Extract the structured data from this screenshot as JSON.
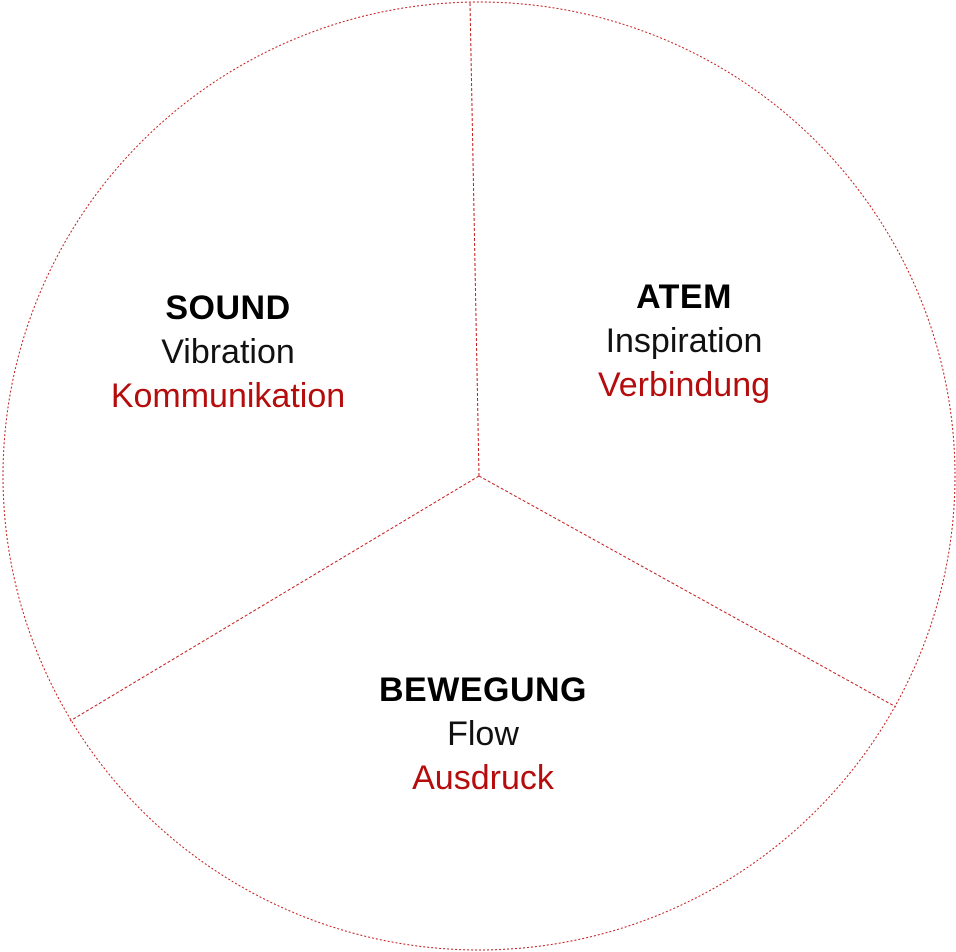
{
  "colors": {
    "outline": "#c41a1a",
    "accent_text": "#b50d0d",
    "heading_text": "#000000",
    "body_text": "#111111",
    "background": "#ffffff"
  },
  "segments": [
    {
      "id": "sound",
      "title": "SOUND",
      "line1": "Vibration",
      "line2": "Kommunikation"
    },
    {
      "id": "atem",
      "title": "ATEM",
      "line1": "Inspiration",
      "line2": "Verbindung"
    },
    {
      "id": "bewegung",
      "title": "BEWEGUNG",
      "line1": "Flow",
      "line2": "Ausdruck"
    }
  ]
}
